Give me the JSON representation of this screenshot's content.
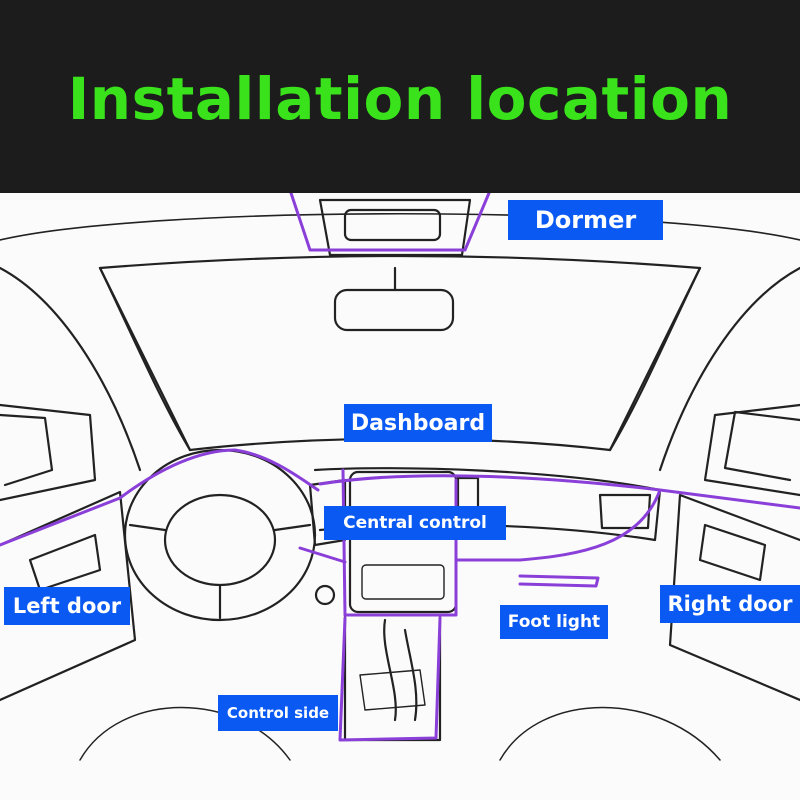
{
  "title": "Installation location",
  "labels": {
    "dormer": "Dormer",
    "dashboard": "Dashboard",
    "central_control": "Central control",
    "left_door": "Left door",
    "right_door": "Right door",
    "foot_light": "Foot light",
    "control_side": "Control side"
  },
  "colors": {
    "title": "#39e21a",
    "header_bg": "#1c1c1c",
    "label_bg": "#0a59f2",
    "light_strip": "#8b3fd9"
  }
}
